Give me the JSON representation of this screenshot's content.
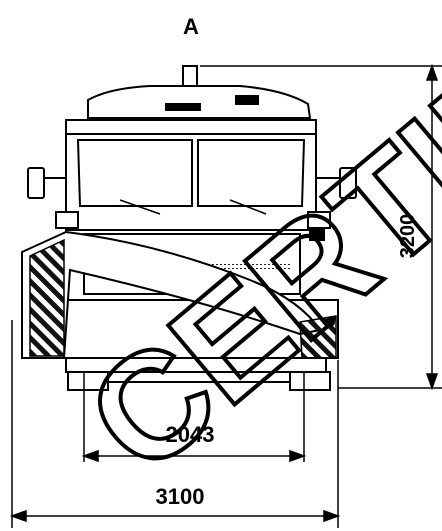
{
  "view_label": "A",
  "dimensions": {
    "height": "3200",
    "inner_width": "2043",
    "outer_width": "3100"
  },
  "watermark": "CERTIFIED",
  "colors": {
    "ink": "#000000",
    "paper": "#ffffff",
    "stripe": "#111111"
  }
}
